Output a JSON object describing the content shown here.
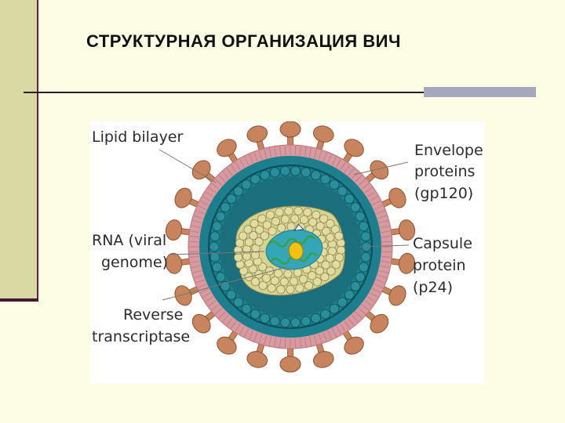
{
  "slide": {
    "title": "СТРУКТУРНАЯ ОРГАНИЗАЦИЯ ВИЧ"
  },
  "diagram": {
    "labels": {
      "lipid_bilayer": "Lipid bilayer",
      "envelope_proteins_1": "Envelope",
      "envelope_proteins_2": "proteins",
      "envelope_proteins_3": "(gp120)",
      "rna_1": "RNA (viral",
      "rna_2": "genome)",
      "capsule_protein_1": "Capsule",
      "capsule_protein_2": "protein",
      "capsule_protein_3": "(p24)",
      "reverse_transcriptase_1": "Reverse",
      "reverse_transcriptase_2": "transcriptase"
    },
    "colors": {
      "spike": "#c8845c",
      "spike_stroke": "#8a5233",
      "membrane": "#d69aa0",
      "matrix_teal": "#1d7f8e",
      "bead": "#e2dca0",
      "bead_stroke": "#8d8852",
      "core_fill": "#d7d48f",
      "inner_core": "#34a6b8",
      "rna": "#3aa043",
      "enzyme": "#f2c20f"
    }
  }
}
